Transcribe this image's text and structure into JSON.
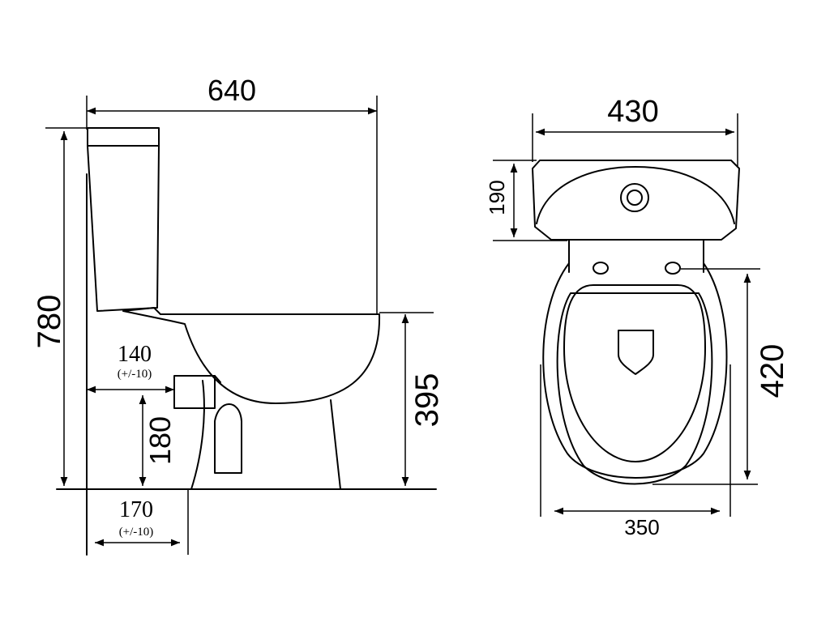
{
  "side_view": {
    "overall_length": "640",
    "overall_height": "780",
    "bowl_height": "395",
    "outlet_offset": "140",
    "outlet_offset_tolerance": "(+/-10)",
    "outlet_height": "180",
    "base_offset": "170",
    "base_offset_tolerance": "(+/-10)"
  },
  "top_view": {
    "overall_width": "430",
    "tank_depth": "190",
    "seat_length": "420",
    "bowl_width": "350"
  }
}
